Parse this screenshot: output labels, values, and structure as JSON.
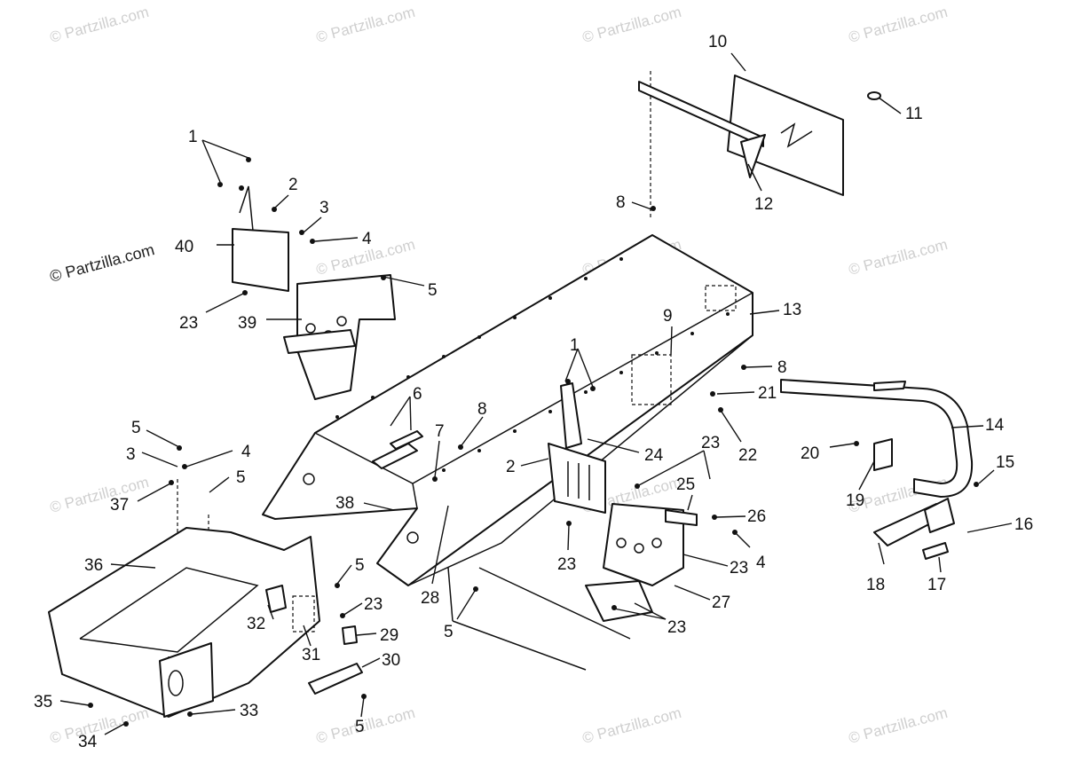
{
  "watermark": {
    "text": "© Partzilla.com",
    "color": "#cfcfcf",
    "dark_color": "#222222"
  },
  "callouts": {
    "c1a": "1",
    "c2a": "2",
    "c3a": "3",
    "c4a": "4",
    "c5a": "5",
    "c40": "40",
    "c23a": "23",
    "c39": "39",
    "c10": "10",
    "c11": "11",
    "c12": "12",
    "c8a": "8",
    "c13": "13",
    "c9": "9",
    "c8b": "8",
    "c21": "21",
    "c22": "22",
    "c1b": "1",
    "c6": "6",
    "c7": "7",
    "c8c": "8",
    "c24": "24",
    "c2b": "2",
    "c23b": "23",
    "c25": "25",
    "c26": "26",
    "c4b": "4",
    "c23c": "23",
    "c23d": "23",
    "c27": "27",
    "c23e": "23",
    "c38": "38",
    "c28": "28",
    "c5b": "5",
    "c14": "14",
    "c15": "15",
    "c16": "16",
    "c17": "17",
    "c18": "18",
    "c19": "19",
    "c20": "20",
    "c5c": "5",
    "c3b": "3",
    "c4c": "4",
    "c37": "37",
    "c5d": "5",
    "c36": "36",
    "c5e": "5",
    "c23f": "23",
    "c32": "32",
    "c29": "29",
    "c31": "31",
    "c30": "30",
    "c5f": "5",
    "c35": "35",
    "c33": "33",
    "c34": "34"
  }
}
